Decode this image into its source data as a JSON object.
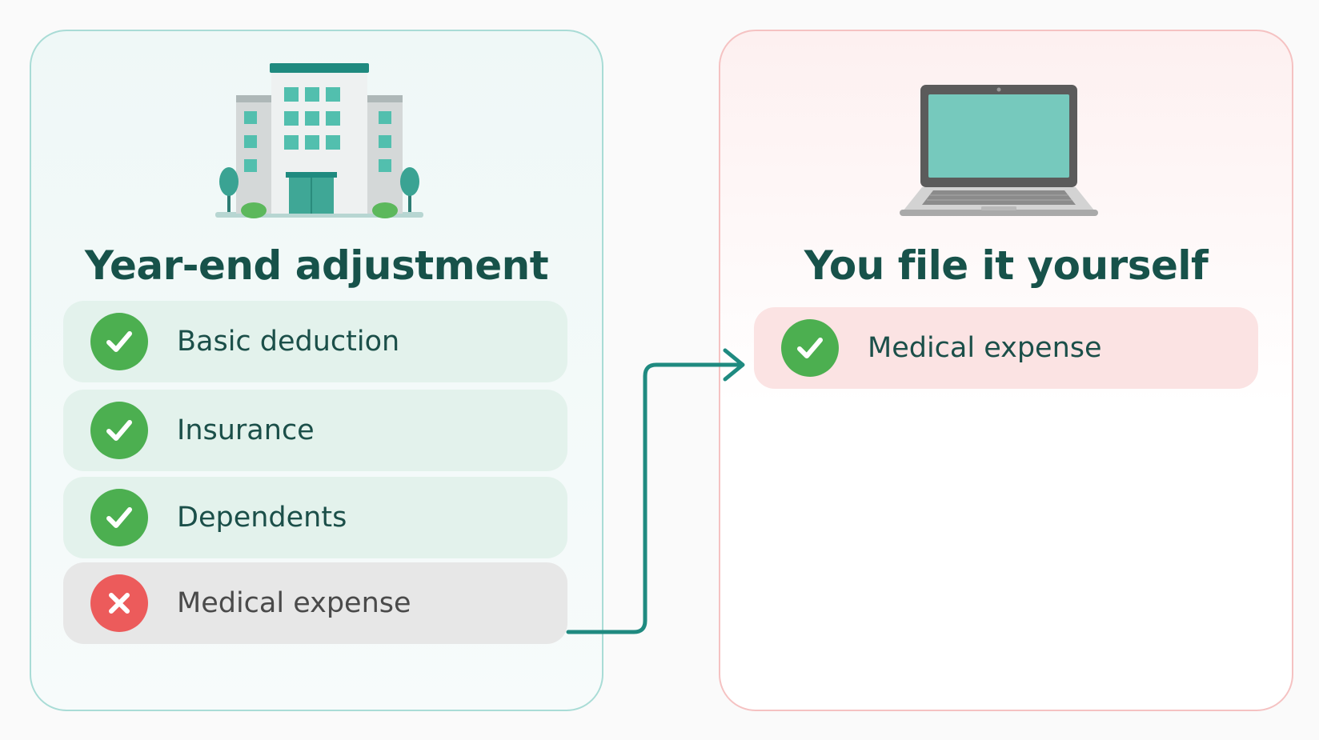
{
  "left_panel": {
    "title": "Year-end adjustment",
    "illustration_icon": "office-building-icon",
    "items": [
      {
        "label": "Basic deduction",
        "status": "check",
        "icon": "checkmark-icon"
      },
      {
        "label": "Insurance",
        "status": "check",
        "icon": "checkmark-icon"
      },
      {
        "label": "Dependents",
        "status": "check",
        "icon": "checkmark-icon"
      },
      {
        "label": "Medical expense",
        "status": "cross",
        "icon": "cross-icon"
      }
    ]
  },
  "right_panel": {
    "title": "You file it yourself",
    "illustration_icon": "laptop-icon",
    "items": [
      {
        "label": "Medical expense",
        "status": "check",
        "icon": "checkmark-icon"
      }
    ]
  },
  "colors": {
    "left_accent": "#a9dcd6",
    "right_accent": "#f5c2c2",
    "title": "#17524a",
    "check": "#4caf50",
    "cross": "#ec5b5b",
    "arrow": "#1f8a80"
  }
}
